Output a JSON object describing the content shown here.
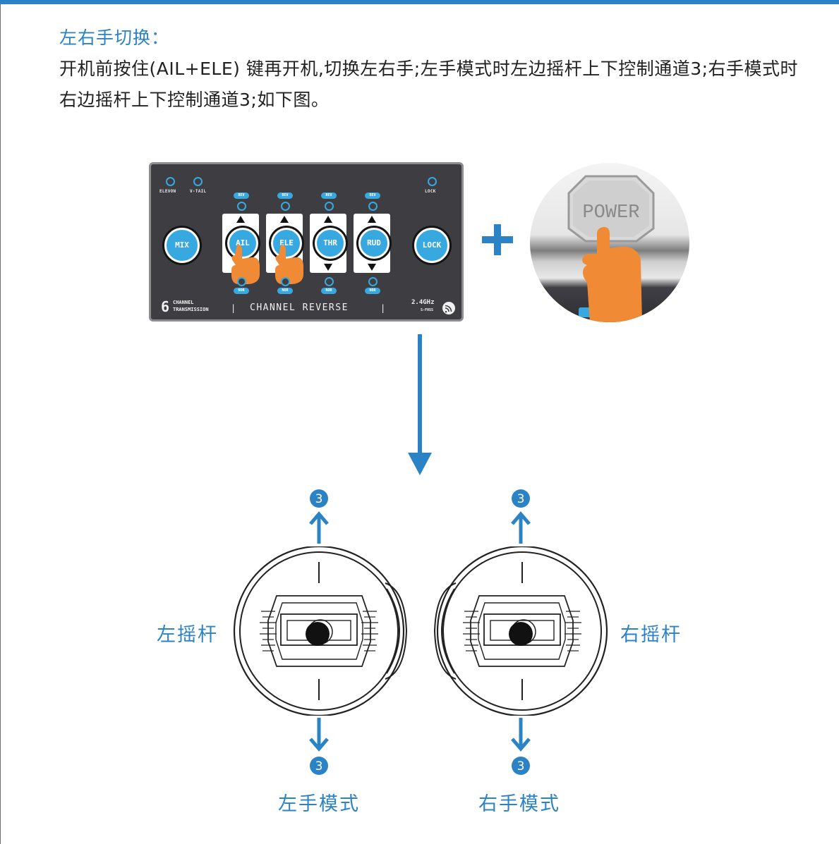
{
  "heading": "左右手切换：",
  "body_text": "开机前按住(AIL+ELE) 键再开机,切换左右手;左手模式时左边摇杆上下控制通道3;右手模式时右边摇杆上下控制通道3;如下图。",
  "panel": {
    "top_labels": {
      "elevon": "ELEVON",
      "vtail": "V-TAIL",
      "lock": "LOCK"
    },
    "rev_label": "REV",
    "nor_label": "NOR",
    "buttons": {
      "mix": "MIX",
      "ail": "AIL",
      "ele": "ELE",
      "thr": "THR",
      "rud": "RUD",
      "lock": "LOCK"
    },
    "footer": {
      "channels_number": "6",
      "channels_word": "CHANNEL",
      "transmission": "TRANSMISSION",
      "sep": "|",
      "channel_reverse": "CHANNEL REVERSE",
      "freq": "2.4GHz",
      "fhss": "S-FHSS"
    }
  },
  "power_button_label": "POWER",
  "badge_number": "3",
  "labels": {
    "left_stick": "左摇杆",
    "right_stick": "右摇杆",
    "left_mode": "左手模式",
    "right_mode": "右手模式"
  },
  "colors": {
    "accent": "#2b83c6",
    "panel_bg": "#3e3e42",
    "button_blue": "#37a9e0",
    "finger_orange": "#f08a35"
  }
}
